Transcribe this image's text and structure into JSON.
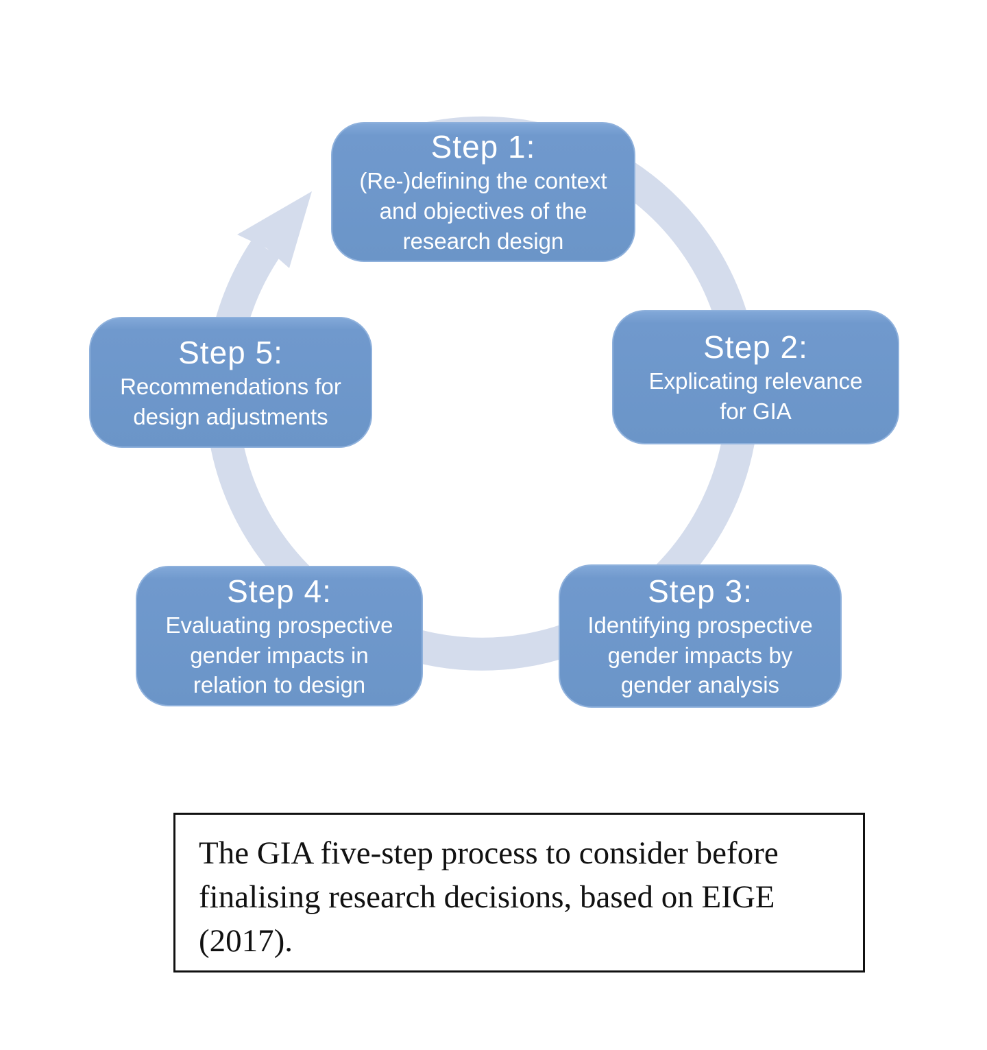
{
  "diagram": {
    "name": "GIA five-step cycle",
    "colors": {
      "box_fill": "#6f99cc",
      "box_border": "#8fb1dc",
      "ring": "#d4dcec",
      "box_text": "#ffffff",
      "caption_border": "#111111"
    },
    "steps": [
      {
        "title": "Step 1:",
        "lines": [
          "(Re-)defining the context",
          "and objectives of the",
          "research design"
        ]
      },
      {
        "title": "Step 2:",
        "lines": [
          "Explicating relevance",
          "for GIA"
        ]
      },
      {
        "title": "Step 3:",
        "lines": [
          "Identifying prospective",
          "gender impacts by",
          "gender analysis"
        ]
      },
      {
        "title": "Step 4:",
        "lines": [
          "Evaluating prospective",
          "gender impacts in",
          "relation to design"
        ]
      },
      {
        "title": "Step 5:",
        "lines": [
          "Recommendations for",
          "design adjustments"
        ]
      }
    ]
  },
  "caption": {
    "lines": [
      "The GIA five-step process to consider before",
      "finalising research decisions, based on EIGE",
      "(2017)."
    ]
  }
}
